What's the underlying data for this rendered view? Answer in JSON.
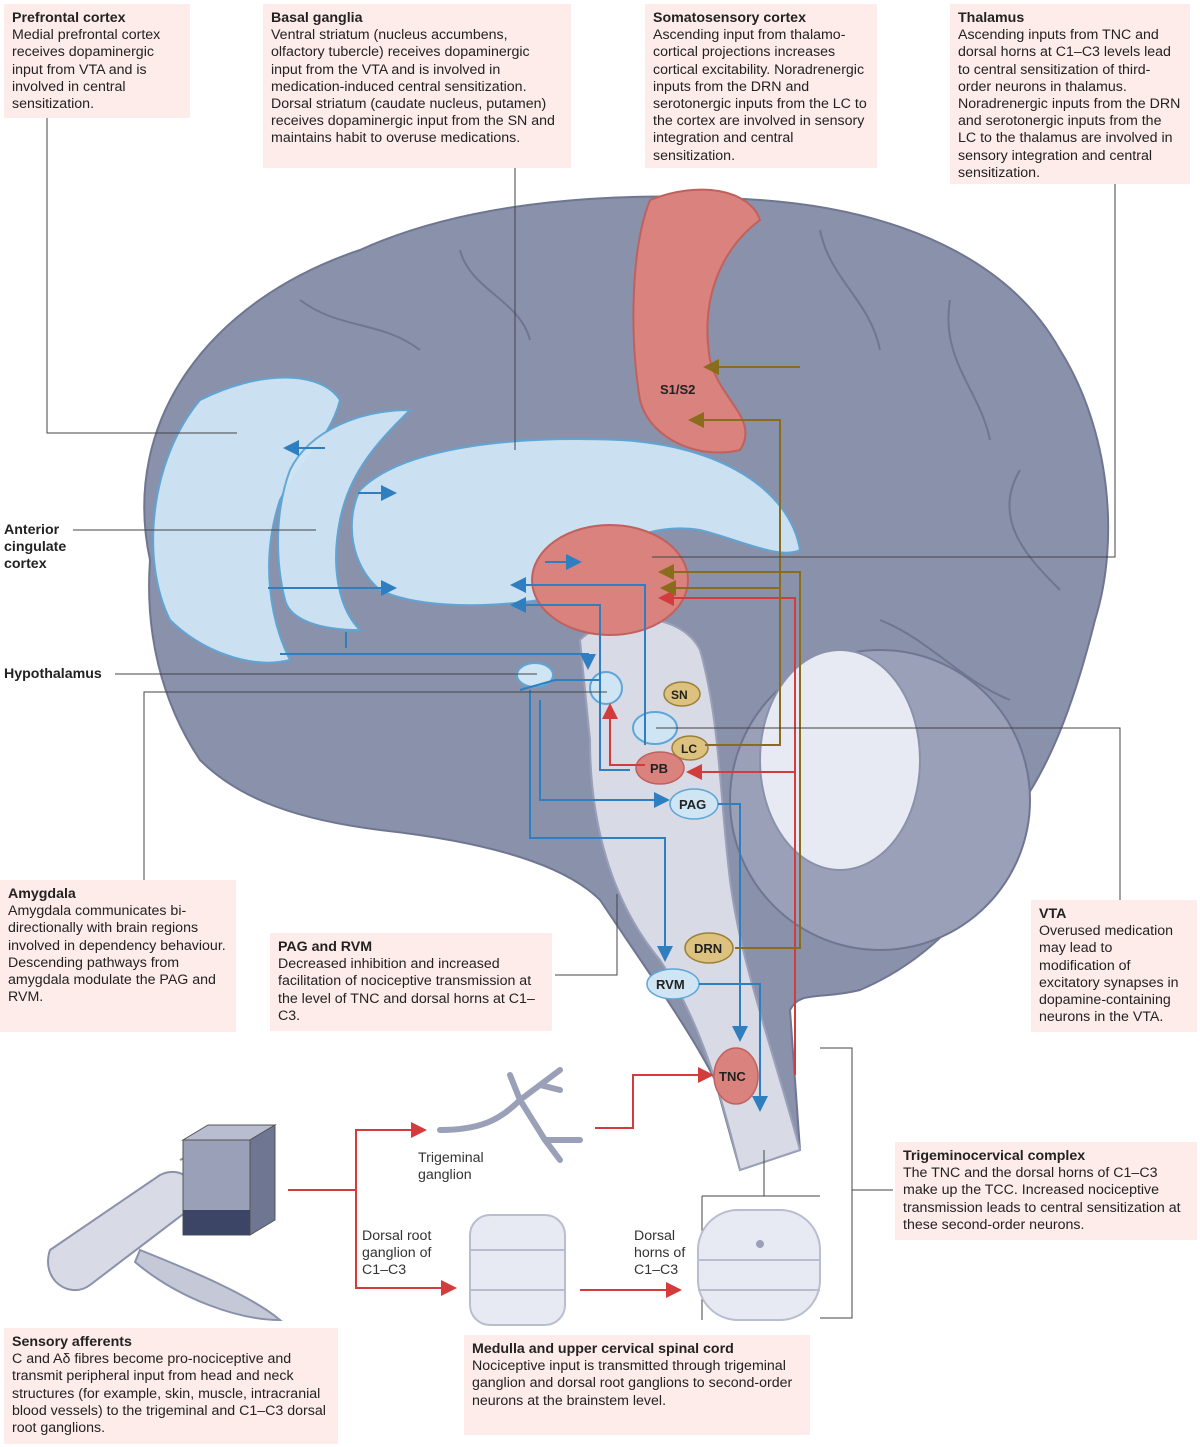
{
  "boxes": {
    "prefrontal": {
      "title": "Prefrontal cortex",
      "body": "Medial prefrontal cortex receives dopaminergic input from VTA and is involved in central sensitization."
    },
    "basal": {
      "title": "Basal ganglia",
      "body": "Ventral striatum (nucleus accumbens, olfactory tubercle) receives dopaminergic input from the VTA and is involved in medication-induced central sensitization. Dorsal striatum (caudate nucleus, putamen) receives dopaminergic input from the SN and maintains habit to overuse medications."
    },
    "somato": {
      "title": "Somatosensory cortex",
      "body": "Ascending input from thalamo-cortical projections increases cortical excitability. Noradrenergic inputs from the DRN and serotonergic inputs from the LC to the cortex are involved in sensory integration and central sensitization."
    },
    "thalamus": {
      "title": "Thalamus",
      "body": "Ascending inputs from TNC and dorsal horns at C1–C3 levels lead to central sensitization of third-order neurons in thalamus. Noradrenergic inputs from the DRN and serotonergic inputs from the LC to the thalamus are involved in sensory integration and central sensitization."
    },
    "amygdala": {
      "title": "Amygdala",
      "body": "Amygdala communicates bi-directionally with brain regions involved in dependency behaviour. Descending pathways  from amygdala modulate the PAG and RVM."
    },
    "pagrvm": {
      "title": "PAG and RVM",
      "body": "Decreased inhibition and increased facilitation of nociceptive transmission at the level of TNC and dorsal horns at C1–C3."
    },
    "vta": {
      "title": "VTA",
      "body": "Overused medication may lead to modification of excitatory synapses in dopamine-containing neurons in the VTA."
    },
    "tcc": {
      "title": "Trigeminocervical complex",
      "body": "The TNC and the dorsal horns of C1–C3 make up the TCC. Increased nociceptive transmission leads to central sensitization at these second-order neurons."
    },
    "sensory": {
      "title": "Sensory afferents",
      "body": "C and Aδ fibres become pro-nociceptive and transmit peripheral input from head and neck structures (for example, skin, muscle, intracranial blood vessels) to the trigeminal and C1–C3 dorsal root ganglions."
    },
    "medulla": {
      "title": "Medulla and upper cervical spinal cord",
      "body": "Nociceptive input is transmitted through trigeminal ganglion and dorsal root ganglions to second-order neurons at the brainstem level."
    }
  },
  "labels": {
    "acc": "Anterior cingulate cortex",
    "hypothalamus": "Hypothalamus",
    "trig_ganglion": "Trigeminal ganglion",
    "drg": "Dorsal root ganglion of C1–C3",
    "dorsal_horns": "Dorsal horns of C1–C3"
  },
  "nodes": {
    "s1s2": "S1/S2",
    "sn": "SN",
    "lc": "LC",
    "pb": "PB",
    "pag": "PAG",
    "drn": "DRN",
    "rvm": "RVM",
    "tnc": "TNC"
  },
  "colors": {
    "box_bg": "#fdecea",
    "brain": "#8a91ab",
    "brain_dark": "#6f7691",
    "light_blue": "#cfe5f4",
    "red_region": "#d9827e",
    "nucleus_tan": "#dcc27e",
    "arrow_blue": "#2f7fc0",
    "arrow_red": "#d23c3c",
    "arrow_olive": "#8a6d1c"
  }
}
